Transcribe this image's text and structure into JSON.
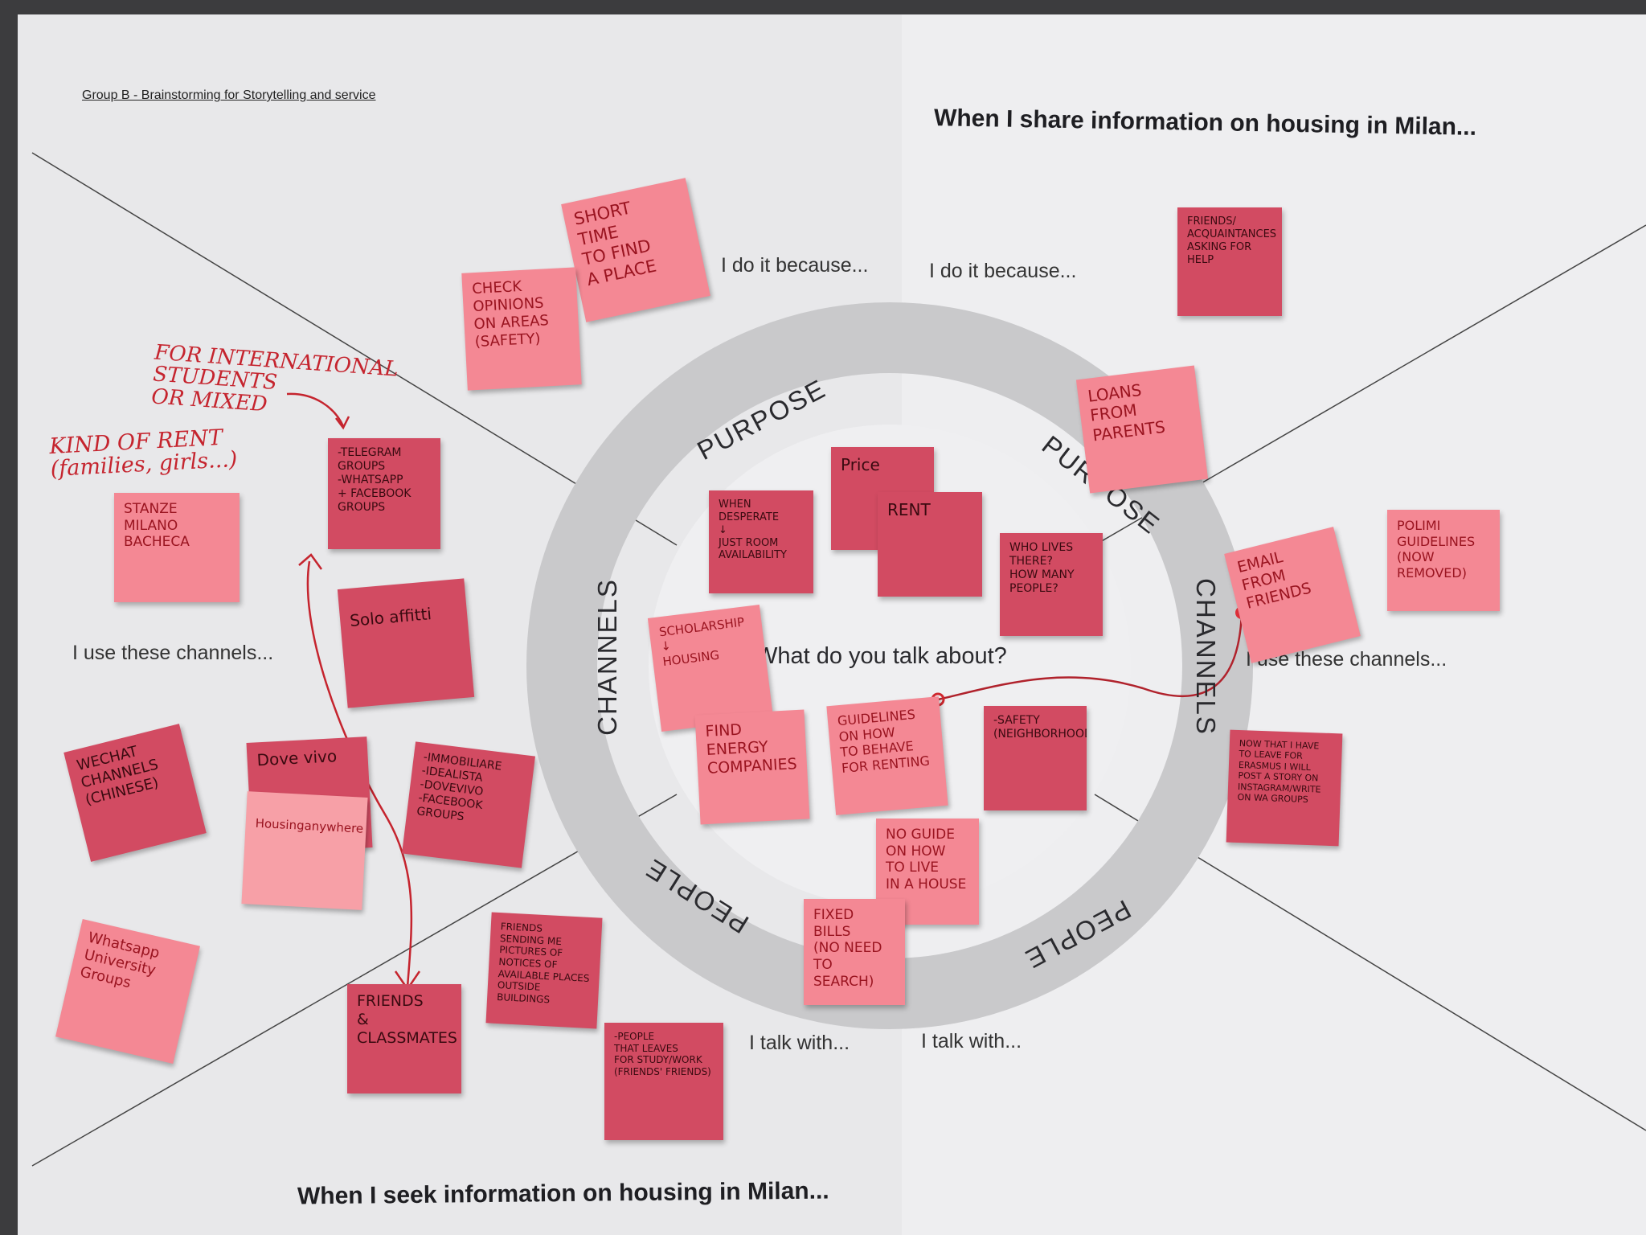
{
  "poster": {
    "group_label": "Group B - Brainstorming for Storytelling and service",
    "share_title": "When I share information on housing in Milan...",
    "seek_title": "When I seek information on housing in Milan...",
    "center_question": "What do you talk about?",
    "ring_labels": {
      "purpose_left": "PURPOSE",
      "purpose_right": "PURPOSE",
      "channels_left": "CHANNELS",
      "channels_right": "CHANNELS",
      "people_left": "PEOPLE",
      "people_right": "PEOPLE"
    },
    "prompts": {
      "purpose_left": "I do it because...",
      "purpose_right": "I do it because...",
      "channels_left": "I use these channels...",
      "channels_right": "I use these channels...",
      "people_left": "I talk with...",
      "people_right": "I talk with..."
    }
  },
  "handwriting": {
    "international": "FOR INTERNATIONAL\nSTUDENTS\nOR MIXED",
    "kind_of_rent": "KIND OF RENT\n(families, girls...)"
  },
  "notes": {
    "short_time": "SHORT\nTIME\nTO FIND\nA PLACE",
    "check_opinions": "CHECK\nOPINIONS\nON AREAS\n(safety)",
    "friends_asking": "FRIENDS/\nACQUAINTANCES\nASKING FOR\nHELP",
    "loans_parents": "LOANS\nfrom\nparents",
    "telegram": "-TELEGRAM\nGROUPS\n-WHATSAPP\n+ FACEBOOK\nGROUPS",
    "stanze": "STANZE\nMILANO\nBACHECA",
    "solo_affitti": "Solo affitti",
    "wechat": "WECHAT\nCHANNELS\n(chinese)",
    "dove_vivo": "Dove vivo",
    "housing_anywhere": "Housinganywhere",
    "immobiliare": "-IMMOBILIARE\n-IDEALISTA\n-DOVEVIVO\n-FACEBOOK GROUPS",
    "whatsapp_uni": "Whatsapp\nUniversity\nGroups",
    "friends_classmates": "FRIENDS\n&\nCLASSMATES",
    "friends_sending": "FRIENDS\nSENDING ME\nPICTURES OF\nNOTICES OF\nAVAILABLE PLACES\nOUTSIDE BUILDINGS",
    "people_leaving": "-PEOPLE\nTHAT LEAVES\nFOR STUDY/WORK\n(FRIENDS' FRIENDS)",
    "price": "Price",
    "rent": "RENT",
    "when_desperate": "WHEN\nDESPERATE\n↓\nJUST ROOM\nAVAILABILITY",
    "who_lives": "WHO LIVES\nTHERE?\nHOW MANY\nPEOPLE?",
    "scholarship": "SCHOLARSHIP\n↓\nHOUSING",
    "find_energy": "FIND\nENERGY\nCOMPANIES",
    "guidelines": "GUIDELINES\non how\nto behave\nfor renting",
    "safety": "-SAFETY\n(NEIGHBORHOOD)",
    "no_guide": "NO GUIDE\nON HOW\nTO LIVE\nIN A HOUSE",
    "fixed_bills": "FIXED\nBILLS\n(no need\nto search)",
    "email_friends": "EMAIL\nFROM\nFRIENDS",
    "polimi_guidelines": "POLIMI\nGUIDELINES\n(now\nremoved)",
    "erasmus": "NOW THAT I HAVE\nTO LEAVE FOR\nERASMUS I WILL\nPOST A STORY ON\nINSTAGRAM/WRITE\nON WA GROUPS"
  },
  "colors": {
    "poster": "#eeeef0",
    "ring": "#c9c9cb",
    "note_deep": "#d24b62",
    "note_pink": "#f48894",
    "note_light": "#f7a0a7",
    "ink_red": "#c5242e"
  }
}
